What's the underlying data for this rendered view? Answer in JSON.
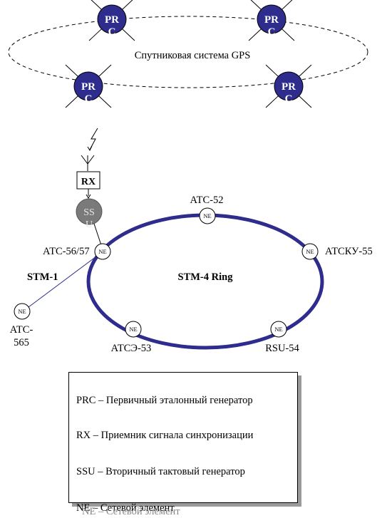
{
  "gps": {
    "label": "Спутниковая система GPS",
    "satellites": [
      {
        "top": "PR",
        "bottom": "C"
      },
      {
        "top": "PR",
        "bottom": "C"
      },
      {
        "top": "PR",
        "bottom": "C"
      },
      {
        "top": "PR",
        "bottom": "C"
      }
    ]
  },
  "rx": {
    "label": "RX"
  },
  "ssu": {
    "top": "SS",
    "bottom": "U"
  },
  "ring": {
    "label": "STM-4 Ring"
  },
  "stm1": {
    "label": "STM-1"
  },
  "nodes": {
    "ne_label": "NE",
    "atc52": "АТС-52",
    "atc5657": "АТС-56/57",
    "atcku55": "АТСКУ-55",
    "atce53": "АТСЭ-53",
    "rsu54": "RSU-54",
    "atc565_line1": "АТС-",
    "atc565_line2": "565"
  },
  "legend": {
    "prc": "PRC – Первичный эталонный генератор",
    "rx": "RX – Приемник сигнала синхронизации",
    "ssu": "SSU – Вторичный тактовый генератор",
    "ne": "NE – Сетевой элемент",
    "ne_ghost": "NE – Сетевой элемент"
  },
  "colors": {
    "satellite": "#2e2c8c",
    "ring": "#2e2c8c",
    "ssu": "#7a7a7a"
  }
}
